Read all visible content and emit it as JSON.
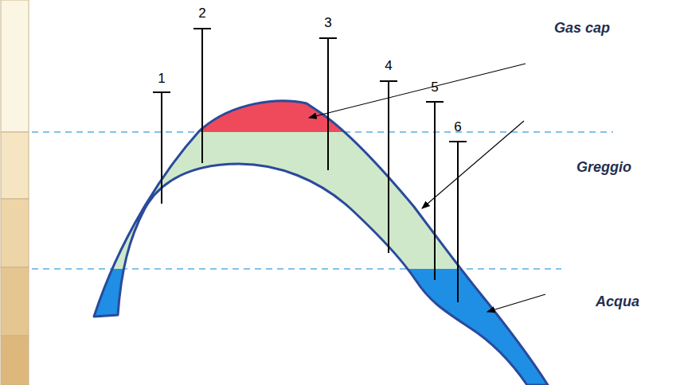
{
  "diagram": {
    "labels": [
      "1",
      "2",
      "3",
      "4",
      "5",
      "6",
      "Gas cap",
      "Greggio",
      "Acqua"
    ]
  }
}
